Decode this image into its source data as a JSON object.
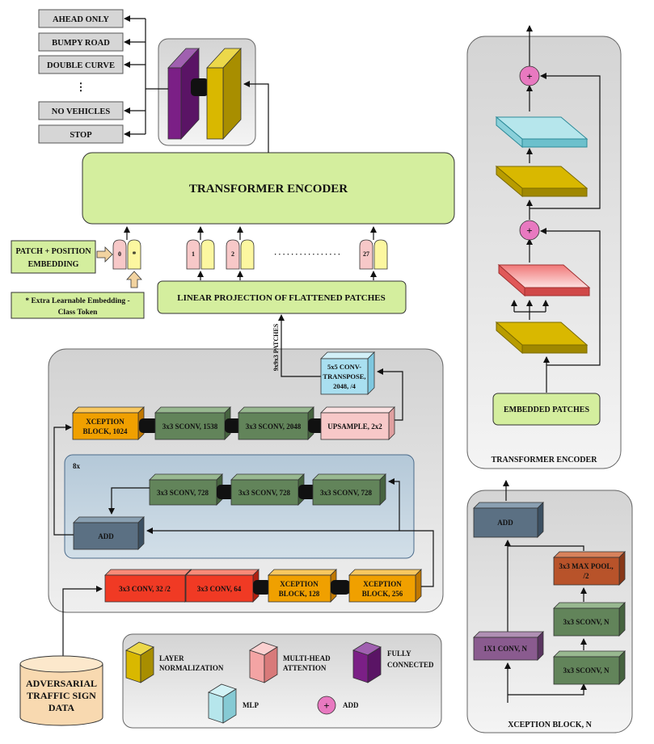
{
  "classes": {
    "items": [
      "AHEAD ONLY",
      "BUMPY ROAD",
      "DOUBLE CURVE",
      "NO VEHICLES",
      "STOP"
    ],
    "ellipsis": "⋮"
  },
  "transformer_encoder": {
    "label": "TRANSFORMER ENCODER"
  },
  "embedding": {
    "patch_position_line1": "PATCH + POSITION",
    "patch_position_line2": "EMBEDDING",
    "class_token_line1": "* Extra Learnable Embedding -",
    "class_token_line2": "Class Token",
    "token_numbers": [
      "0",
      "1",
      "2",
      "27"
    ],
    "class_token_mark": "*",
    "dots": "· · · · · · · · · · · · · · · ·"
  },
  "linear_projection": {
    "label": "LINEAR PROJECTION OF FLATTENED PATCHES"
  },
  "patches_label": "9x9x3 PATCHES",
  "backbone": {
    "conv_transpose_line1": "5x5 CONV-",
    "conv_transpose_line2": "TRANSPOSE,",
    "conv_transpose_line3": "2048, /4",
    "xception_1024_line1": "XCEPTION",
    "xception_1024_line2": "BLOCK, 1024",
    "sconv_1538": "3x3 SCONV, 1538",
    "sconv_2048": "3x3 SCONV, 2048",
    "upsample": "UPSAMPLE, 2x2",
    "repeat_label": "8x",
    "sconv_728": "3x3 SCONV, 728",
    "add": "ADD",
    "conv_32": "3x3 CONV, 32 /2",
    "conv_64": "3x3 CONV, 64",
    "xception_128_line1": "XCEPTION",
    "xception_128_line2": "BLOCK, 128",
    "xception_256_line1": "XCEPTION",
    "xception_256_line2": "BLOCK, 256"
  },
  "data_source": {
    "line1": "ADVERSARIAL",
    "line2": "TRAFFIC SIGN",
    "line3": "DATA"
  },
  "legend": {
    "layer_norm_line1": "LAYER",
    "layer_norm_line2": "NORMALIZATION",
    "mha_line1": "MULTI-HEAD",
    "mha_line2": "ATTENTION",
    "fc_line1": "FULLY",
    "fc_line2": "CONNECTED",
    "mlp": "MLP",
    "add": "ADD",
    "plus": "+"
  },
  "encoder_detail": {
    "plus": "+",
    "embedded_patches": "EMBEDDED PATCHES",
    "title": "TRANSFORMER ENCODER"
  },
  "xception_detail": {
    "add": "ADD",
    "maxpool_line1": "3x3 MAX POOL,",
    "maxpool_line2": "/2",
    "sconv_n": "3x3 SCONV, N",
    "conv1x1": "1X1 CONV, N",
    "title": "XCEPTION BLOCK, N"
  },
  "colors": {
    "yellow": "#d9b800",
    "purple": "#7b1f86",
    "green_box": "#d4ee9e",
    "orange": "#f0a000",
    "dark_green": "#62845a",
    "pink": "#f7c8c8",
    "red": "#f03a24",
    "slate": "#5b7083",
    "mlp": "#b6e6ec",
    "brown": "#b8532a",
    "violet": "#8a5b8f",
    "add_pink": "#e879c0"
  }
}
